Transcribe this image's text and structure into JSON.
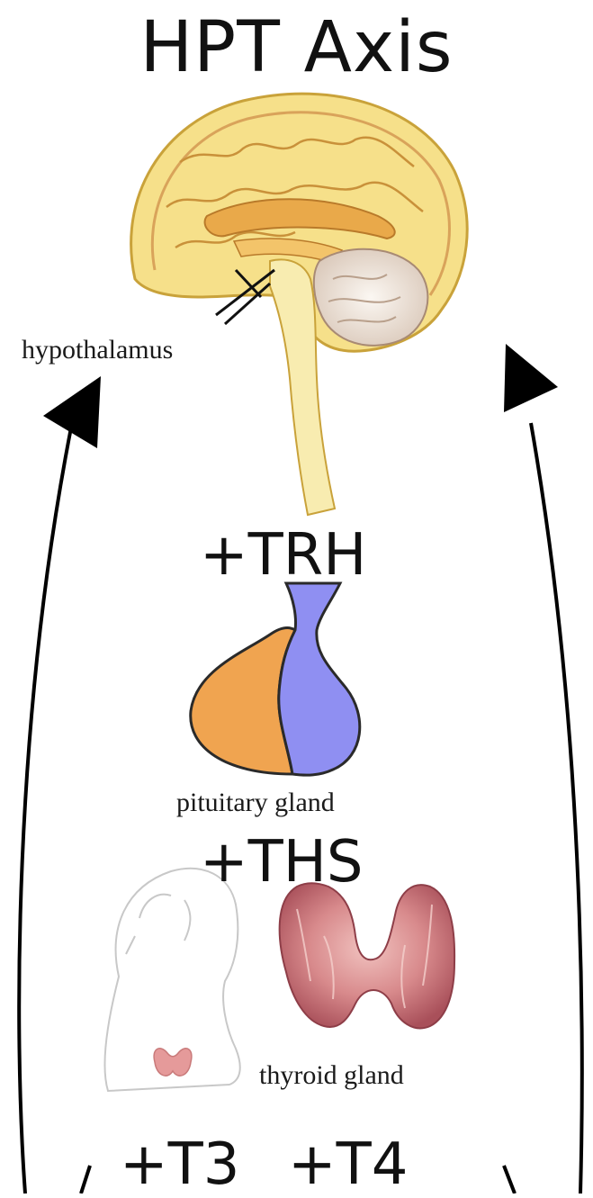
{
  "title": "HPT Axis",
  "labels": {
    "hypothalamus": "hypothalamus",
    "trh": "+TRH",
    "pituitary": "pituitary gland",
    "ths": "+THS",
    "thyroid": "thyroid gland",
    "t3": "+T3",
    "t4": "+T4"
  },
  "colors": {
    "brain": "#f6e08a",
    "brain_outline": "#c9a23a",
    "brain_inner": "#e9a94a",
    "cerebellum": "#efe6dc",
    "pituitary_anterior": "#f0a450",
    "pituitary_posterior": "#8f8ff2",
    "thyroid": "#c9727a",
    "arrow": "#000000"
  },
  "icons": {
    "brain": "brain-icon",
    "pituitary": "pituitary-gland-icon",
    "thyroid": "thyroid-gland-icon",
    "neck": "neck-outline-icon",
    "feedback_left": "feedback-arrow-left-icon",
    "feedback_right": "feedback-arrow-right-icon"
  }
}
